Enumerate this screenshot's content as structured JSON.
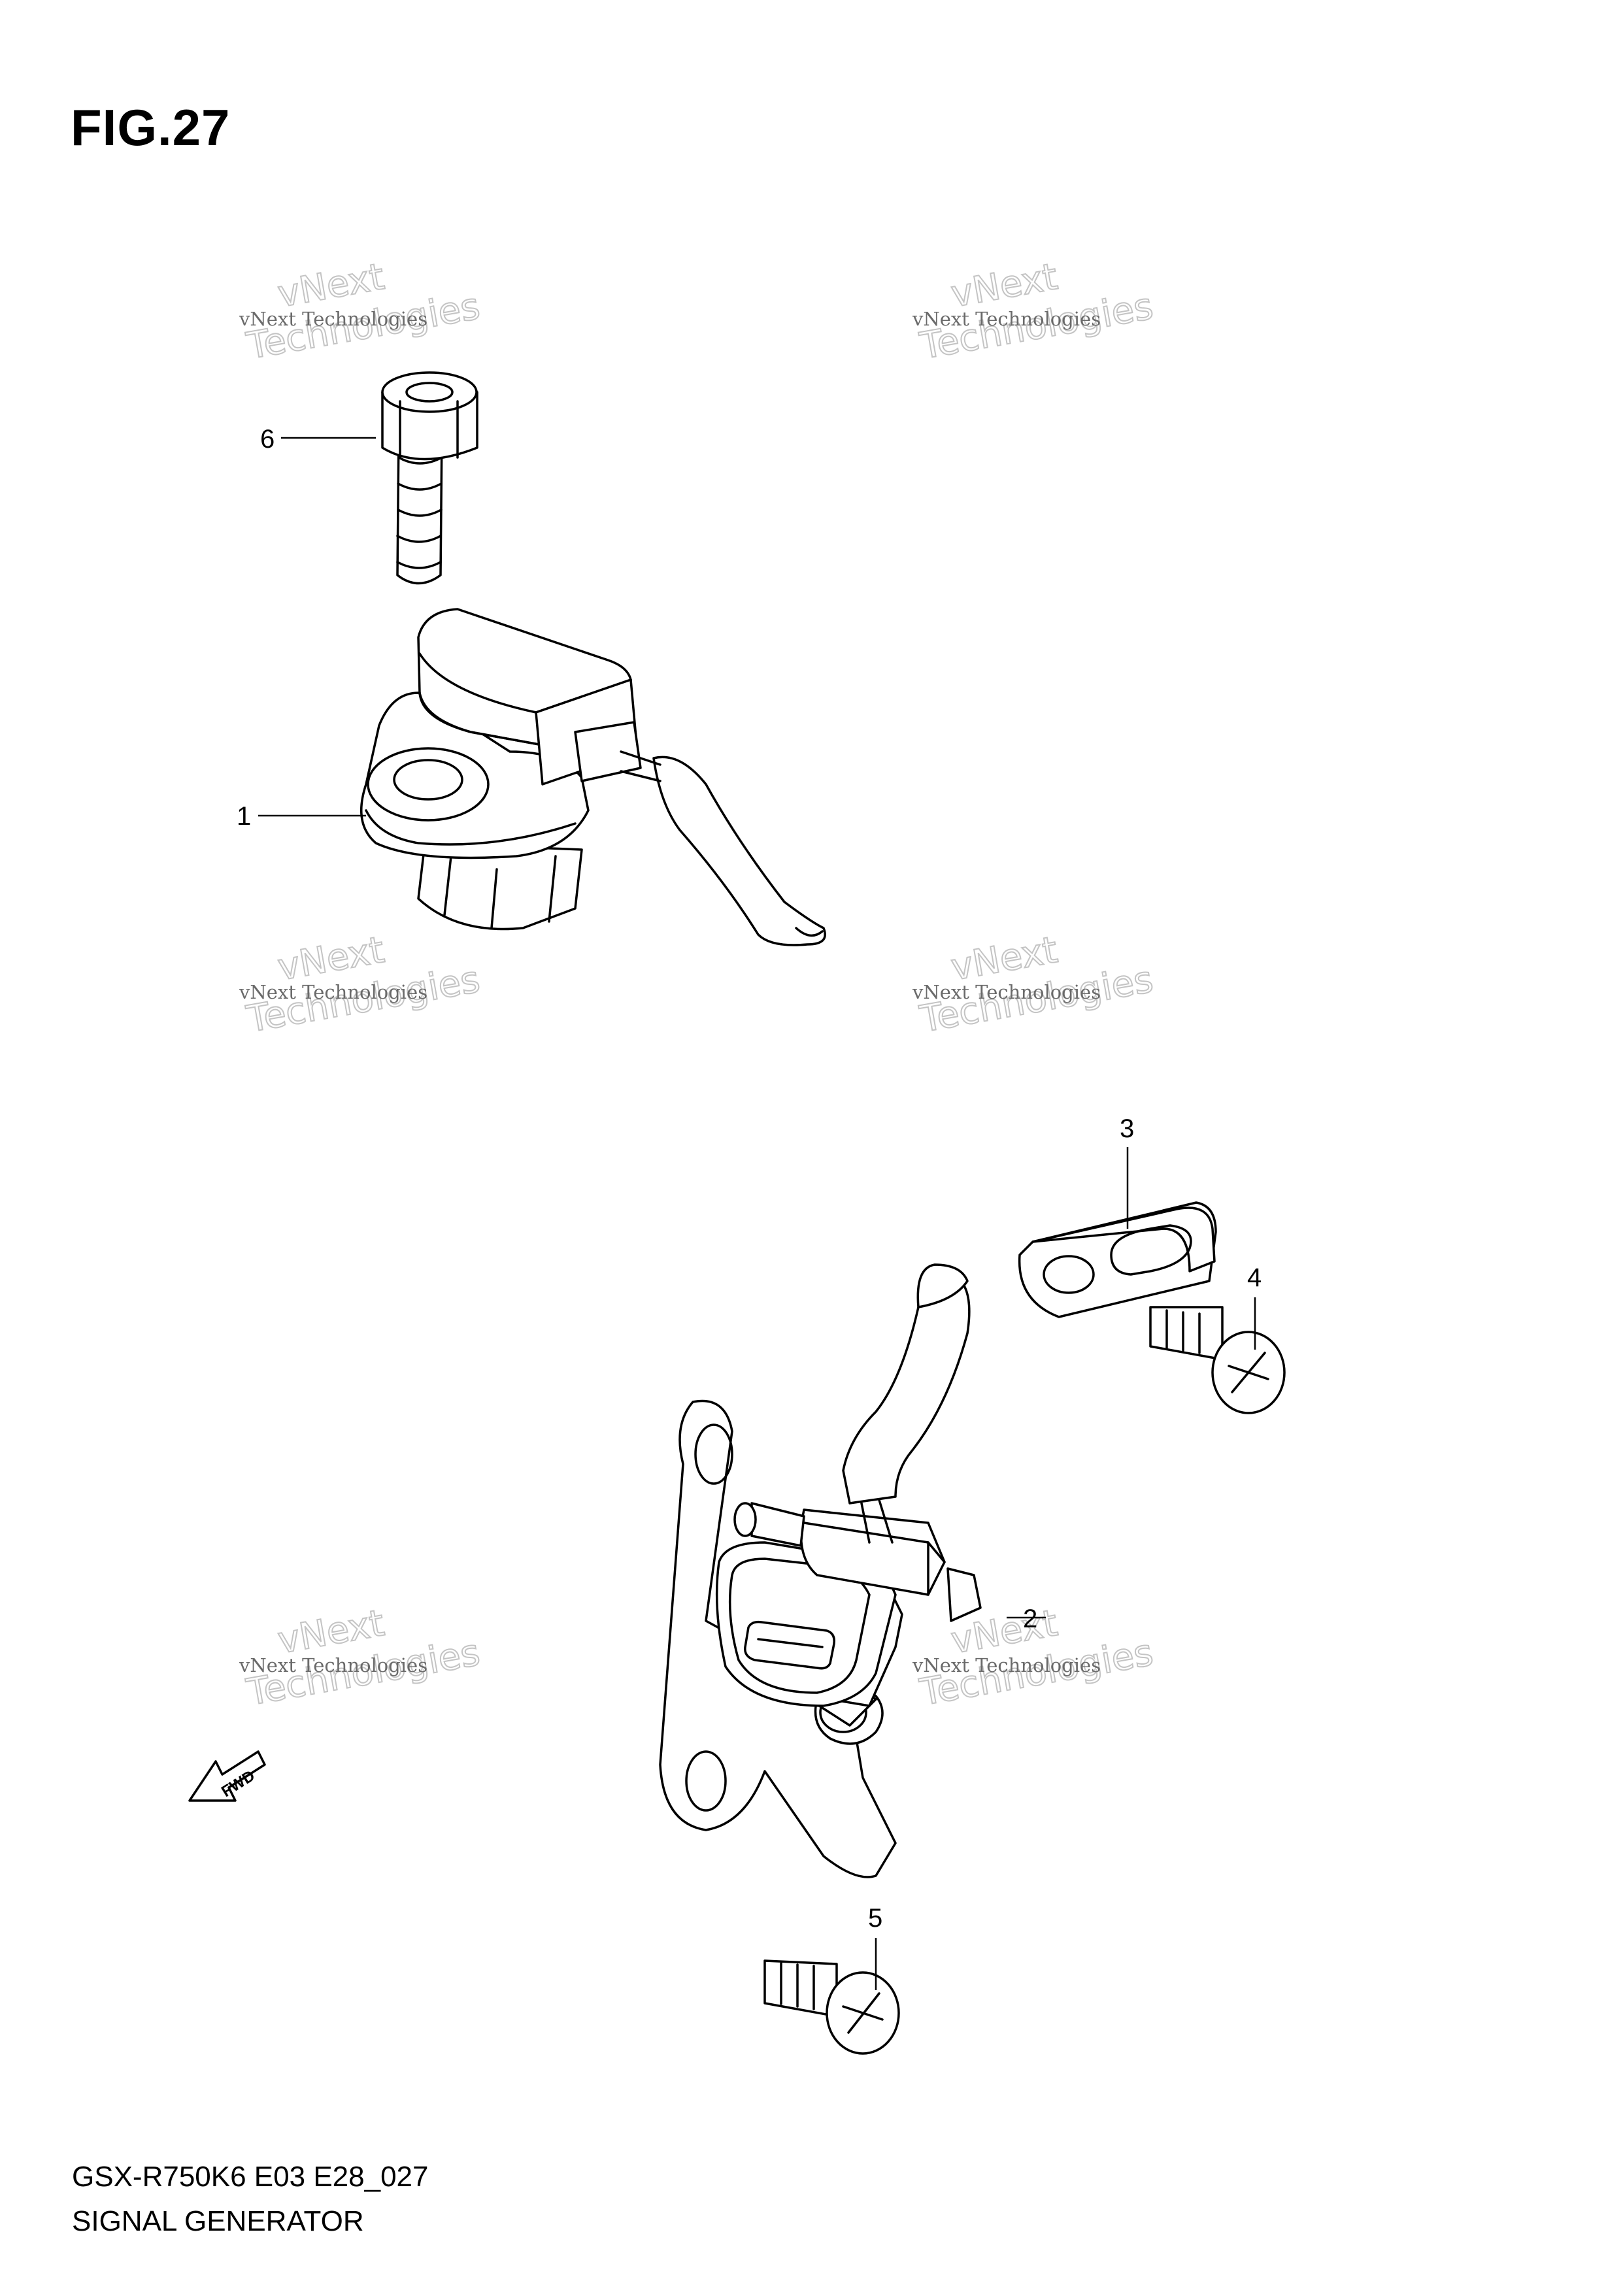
{
  "figure": {
    "title": "FIG.27"
  },
  "footer": {
    "model_code": "GSX-R750K6 E03 E28_027",
    "section_name": "SIGNAL GENERATOR"
  },
  "watermark": {
    "line1": "vNext Technologies",
    "line2": "vNext",
    "line3": "Technologies"
  },
  "callouts": [
    "1",
    "2",
    "3",
    "4",
    "5",
    "6"
  ],
  "fwd_label": "FWD"
}
